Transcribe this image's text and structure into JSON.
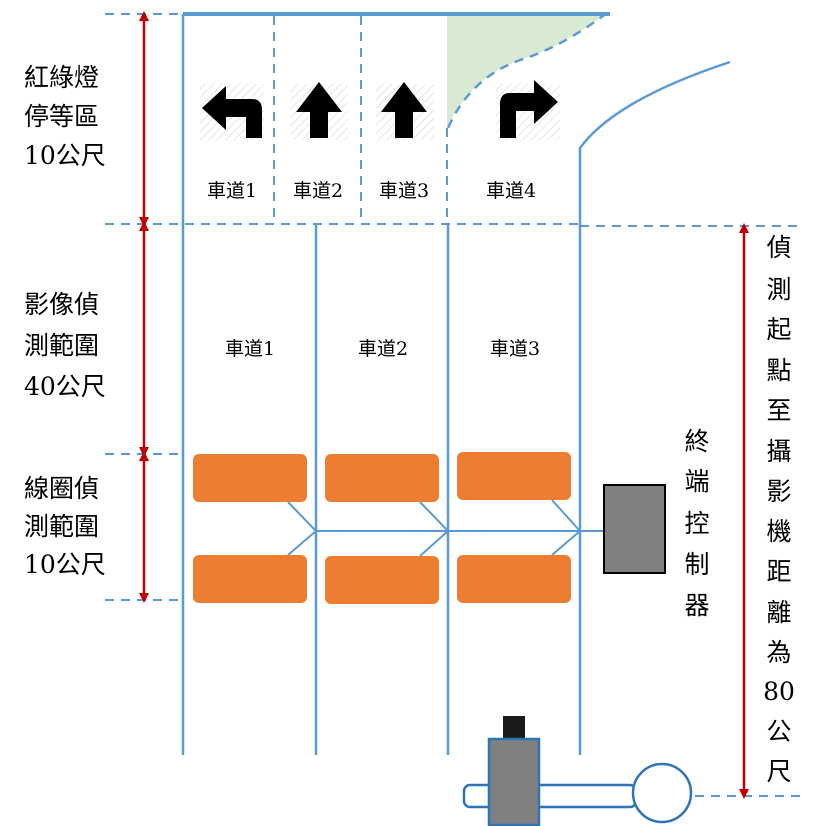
{
  "zones": {
    "stop_zone": [
      "紅綠燈",
      "停等區",
      "10公尺"
    ],
    "video_zone": [
      "影像偵",
      "測範圍",
      "40公尺"
    ],
    "loop_zone": [
      "線圈偵",
      "測範圍",
      "10公尺"
    ]
  },
  "upper_lanes": [
    "車道1",
    "車道2",
    "車道3",
    "車道4"
  ],
  "lower_lanes": [
    "車道1",
    "車道2",
    "車道3"
  ],
  "terminal_label": [
    "終",
    "端",
    "控",
    "制",
    "器"
  ],
  "distance_label": [
    "偵",
    "測",
    "起",
    "點",
    "至",
    "攝",
    "影",
    "機",
    "距",
    "離",
    "為",
    "80",
    "公",
    "尺"
  ],
  "arrows": [
    "left-turn",
    "straight",
    "straight",
    "right-turn"
  ],
  "colors": {
    "road_line": "#5b9bd5",
    "dimension_arrow": "#c00000",
    "loop_coil": "#ed7d31",
    "controller": "#808080",
    "green_area": "#d9ead3"
  }
}
